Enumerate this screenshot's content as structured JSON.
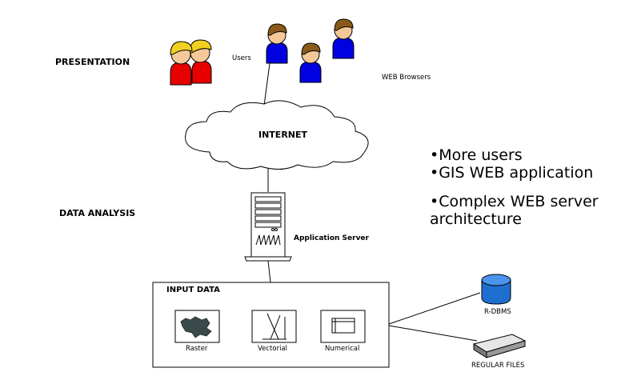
{
  "labels": {
    "presentation": "PRESENTATION",
    "data_analysis": "DATA ANALYSIS",
    "users": "Users",
    "web_browsers": "WEB Browsers",
    "internet": "INTERNET",
    "application_server": "Application Server",
    "input_data": "INPUT DATA",
    "raster": "Raster",
    "vectorial": "Vectorial",
    "numerical": "Numerical",
    "rdbms": "R-DBMS",
    "regular_files": "REGULAR FILES"
  },
  "bullets": {
    "b1": "•More users",
    "b2": "•GIS WEB application",
    "b3": "•Complex WEB server",
    "b3_cont": "architecture"
  },
  "colors": {
    "user_red": "#e60000",
    "user_blue": "#0000e0",
    "hair_brown": "#8b5a1a",
    "hair_blond": "#f0d020",
    "skin": "#f5c89a",
    "db_blue": "#1e6fd0",
    "map_dark": "#3a4a4a"
  },
  "icons": [
    "user-red-icon",
    "user-blue-icon",
    "cloud-icon",
    "server-icon",
    "database-icon",
    "disk-icon",
    "raster-map-icon",
    "vector-icon",
    "numerical-window-icon"
  ]
}
